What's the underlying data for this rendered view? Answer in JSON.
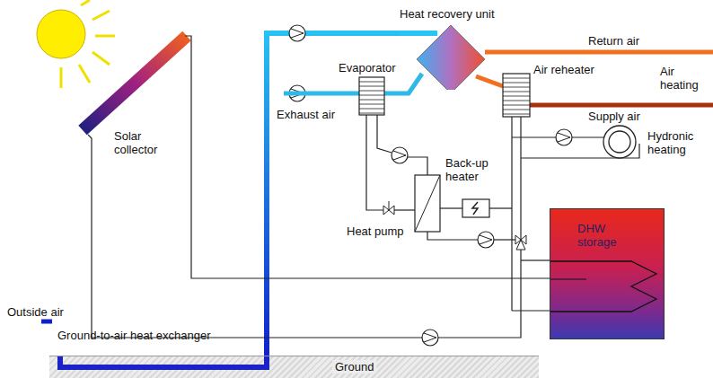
{
  "diagram": {
    "nodes": [
      {
        "text": [
          "Heat recovery unit"
        ]
      },
      {
        "text": [
          "DHW storage"
        ]
      },
      {
        "text": [
          "Ground"
        ]
      }
    ],
    "edges": [
      {
        "from": 2,
        "to": 0,
        "arrow": "none"
      }
    ],
    "labels": [
      "Return air",
      "Air heating",
      "Supply air",
      "Evaporator",
      "Exhaust air",
      "Air reheater",
      "Solar collector",
      "Hydronic heating",
      "Back-up heater",
      "Heat pump",
      "Outside air",
      "Ground-to-air heat exchanger"
    ]
  }
}
